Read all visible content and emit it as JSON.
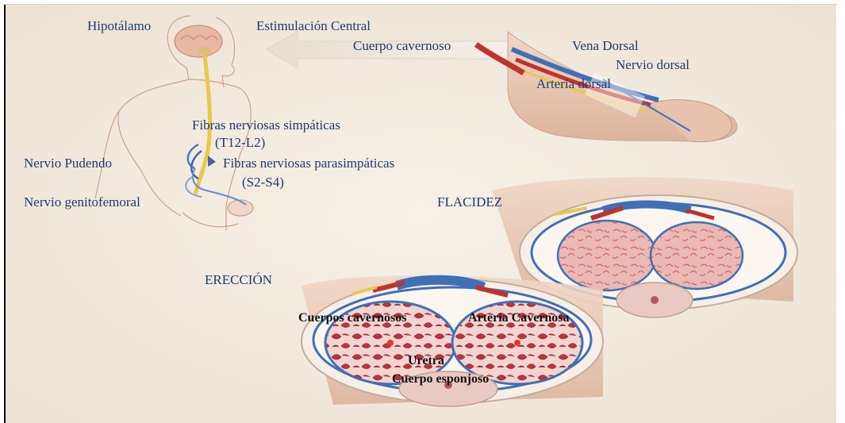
{
  "labels": {
    "hipotalamo": "Hipotálamo",
    "estimulacion_central": "Estimulación Central",
    "cuerpo_cavernoso": "Cuerpo cavernoso",
    "vena_dorsal": "Vena Dorsal",
    "nervio_dorsal": "Nervio dorsal",
    "arteria_dorsal": "Arteria dorsal",
    "fibras_simpaticas": "Fibras nerviosas simpáticas",
    "t12_l2": "(T12-L2)",
    "nervio_pudendo": "Nervio Pudendo",
    "fibras_parasimpaticas": "Fibras nerviosas parasimpáticas",
    "s2_s4": "(S2-S4)",
    "nervio_genitofemoral": "Nervio genitofemoral",
    "flacidez": "FLACIDEZ",
    "ereccion": "ERECCIÓN",
    "cuerpos_cavernosos": "Cuerpos cavernosos",
    "arteria_cavernosa": "Arteria Cavernosa",
    "uretra": "Uretra",
    "cuerpo_esponjoso": "Cuerpo esponjoso"
  },
  "colors": {
    "background": "#f3ebe0",
    "skin": "#e9c9b3",
    "tissue": "#c9706f",
    "vein": "#3f6fb8",
    "artery": "#c0322f",
    "nerve": "#e8c94a",
    "label_text": "#1f3a73"
  }
}
